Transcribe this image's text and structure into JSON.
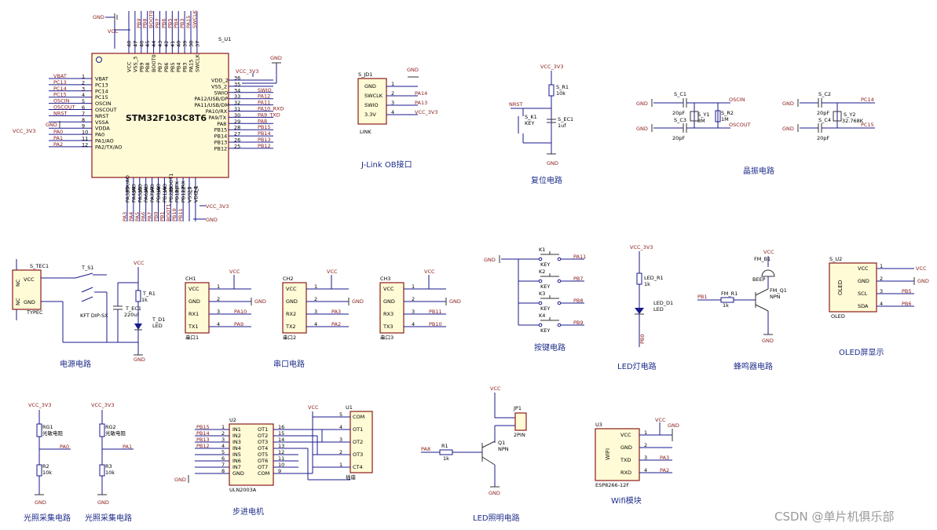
{
  "watermark": "CSDN @单片机俱乐部",
  "sections": {
    "jlink": "J-Link OB接口",
    "reset": "复位电路",
    "crystal": "晶振电路",
    "power": "电源电路",
    "uart": "串口电路",
    "keys": "按键电路",
    "led": "LED灯电路",
    "buzzer": "蜂鸣器电路",
    "oled": "OLED屏显示",
    "light1": "光照采集电路",
    "light2": "光照采集电路",
    "stepper": "步进电机",
    "ledlight": "LED照明电路",
    "wifi": "Wifi模块"
  },
  "mcu": {
    "ref": "S_U1",
    "name": "STM32F103C8T6",
    "left_pins": [
      "VBAT",
      "PC13",
      "PC14",
      "PC15",
      "OSCIN",
      "OSCOUT",
      "NRST",
      "VSSA",
      "VDDA",
      "PA0",
      "PA1/AO",
      "PA2/TX/AO"
    ],
    "left_nets": [
      "VBAT",
      "PC13",
      "PC14",
      "PC15",
      "OSCIN",
      "OSCOUT",
      "NRST",
      "",
      "",
      "PA0",
      "PA1",
      "PA2"
    ],
    "right_pins": [
      "VDD_2",
      "VSS_2",
      "SWIO",
      "PA12/USB/DP",
      "PA11/USB/DM",
      "PA10/RX",
      "PA9/TX",
      "PA8",
      "PB15",
      "PB14",
      "PB13",
      "PB12"
    ],
    "right_nums": [
      "36",
      "35",
      "34",
      "33",
      "32",
      "31",
      "30",
      "29",
      "28",
      "27",
      "26",
      "25"
    ],
    "right_nets": [
      "",
      "",
      "SWIO",
      "PA12",
      "PA11",
      "PA10_RXD",
      "PA9_TXD",
      "PA8",
      "PB15",
      "PB14",
      "PB13",
      "PB12"
    ],
    "top_pins": [
      "VCC",
      "VSS_3",
      "PB9",
      "PB8",
      "BOOT0",
      "PB7",
      "PB6",
      "PB5",
      "PB4",
      "PB3",
      "PA15",
      "SWCLK"
    ],
    "top_nets": [
      "",
      "",
      "PB9",
      "PB8",
      "BOOT0",
      "PB7",
      "PB6",
      "PB5",
      "PB4",
      "PB3",
      "PA15",
      "SWCLK"
    ],
    "bottom_pins": [
      "PA3/RX/AO",
      "PA4/AO",
      "PA5/AO",
      "PA6/AO",
      "PA7/AO",
      "PB0/AO",
      "PB1/AO",
      "PB2/BOOT1",
      "PB10/TX",
      "PB11/RX",
      "VSS_1",
      "VDD_1"
    ],
    "bottom_nets": [
      "PA3",
      "PA4",
      "PA5",
      "PA6",
      "PA7",
      "PB0",
      "PB1",
      "BOOT1",
      "PB10",
      "PB11",
      "",
      ""
    ],
    "gnd": "GND",
    "vcc": "VCC",
    "vcc33": "VCC_3V3"
  },
  "jlink": {
    "ref": "S_JD1",
    "pins": [
      "GND",
      "SWCLK",
      "SWIO",
      "3.3V"
    ],
    "nets": [
      "",
      "PA14",
      "PA13",
      "VCC_3V3"
    ],
    "label": "LINK",
    "gnd": "GND"
  },
  "reset": {
    "vcc": "VCC_3V3",
    "r": "S_R1",
    "rv": "10k",
    "net": "NRST",
    "k": "S_K1",
    "kl": "KEY",
    "c": "S_EC1",
    "cv": "1uf",
    "gnd": "GND"
  },
  "crystal1": {
    "c1": "S_C1",
    "c2": "S_C3",
    "cv": "20pF",
    "y": "S_Y1",
    "yv": "8M",
    "r": "S_R2",
    "rv": "1M",
    "n1": "OSCIN",
    "n2": "OSCOUT",
    "gnd": "GND"
  },
  "crystal2": {
    "c1": "S_C2",
    "c2": "S_C4",
    "cv": "20pF",
    "y": "S_Y2",
    "yv": "32.768K",
    "n1": "PC14",
    "n2": "PC15",
    "gnd": "GND"
  },
  "power": {
    "tec": "S_TEC1",
    "typec": "TYPEC",
    "p1": "VCC",
    "p2": "GND",
    "nc": "NC",
    "sw": "T_S1",
    "swv": "KFT DIP-SX",
    "r": "T_R1",
    "rv": "1k",
    "c": "T_EC1",
    "cv": "220uf",
    "d": "T_D1",
    "dv": "LED",
    "vcc": "VCC",
    "gnd": "GND"
  },
  "uart": [
    {
      "ref": "CH1",
      "label": "串口1",
      "pins": [
        "VCC",
        "GND",
        "RX1",
        "TX1"
      ],
      "nets": [
        "VCC",
        "GND",
        "PA10",
        "PA9"
      ]
    },
    {
      "ref": "CH2",
      "label": "串口2",
      "pins": [
        "VCC",
        "GND",
        "RX2",
        "TX2"
      ],
      "nets": [
        "VCC",
        "GND",
        "PA3",
        "PA2"
      ]
    },
    {
      "ref": "CH3",
      "label": "串口3",
      "pins": [
        "VCC",
        "GND",
        "RX3",
        "TX3"
      ],
      "nets": [
        "VCC",
        "GND",
        "PB11",
        "PB10"
      ]
    }
  ],
  "keys": {
    "gnd": "GND",
    "items": [
      {
        "ref": "K1",
        "net": "PA11",
        "lbl": "KEY"
      },
      {
        "ref": "K2",
        "net": "PB7",
        "lbl": "KEY"
      },
      {
        "ref": "K3",
        "net": "PB8",
        "lbl": "KEY"
      },
      {
        "ref": "K4",
        "net": "PB9",
        "lbl": "KEY"
      }
    ]
  },
  "led": {
    "vcc": "VCC_3V3",
    "r": "LED_R1",
    "rv": "1k",
    "d": "LED_D1",
    "dv": "LED",
    "net": "PB0"
  },
  "buzzer": {
    "vcc": "VCC",
    "b": "FM_B1",
    "bv": "BEEP",
    "r": "FM_R1",
    "rv": "1k",
    "q": "FM_Q1",
    "qv": "NPN",
    "net": "PB1",
    "gnd": "GND"
  },
  "oled": {
    "ref": "S_U2",
    "label": "OLED",
    "pins": [
      "VCC",
      "GND",
      "SCL",
      "SDA"
    ],
    "nets": [
      "VCC",
      "GND",
      "PB5",
      "PB6"
    ],
    "foot": "OLED"
  },
  "light": [
    {
      "vcc": "VCC_3V3",
      "rg": "RG1",
      "rgv": "光敏电阻",
      "r": "R2",
      "rv": "10k",
      "net": "PA0",
      "gnd": "GND"
    },
    {
      "vcc": "VCC_3V3",
      "rg": "RG2",
      "rgv": "光敏电阻",
      "r": "R3",
      "rv": "10k",
      "net": "PA1",
      "gnd": "GND"
    }
  ],
  "stepper": {
    "u2": "U2",
    "u2name": "ULN2003A",
    "ins": [
      "PB15",
      "PB14",
      "PB13",
      "PB12"
    ],
    "in_pins": [
      "IN1",
      "IN2",
      "IN3",
      "IN4",
      "IN5",
      "IN6",
      "IN7",
      "GND"
    ],
    "out_pins": [
      "OT1",
      "OT2",
      "OT3",
      "OT4",
      "OT5",
      "OT6",
      "OT7",
      "COM"
    ],
    "u1": "U1",
    "u1name": "插座",
    "u1pins": [
      "COM",
      "OT1",
      "OT2",
      "OT3",
      "CT4"
    ],
    "vcc": "VCC",
    "gnd": "GND"
  },
  "ledlight": {
    "vcc": "VCC",
    "jp": "JP1",
    "jpv": "2PIN",
    "q": "Q1",
    "qv": "NPN",
    "r": "R1",
    "rv": "1k",
    "net": "PA8",
    "gnd": "GND"
  },
  "wifi": {
    "ref": "U3",
    "label": "WIFI",
    "pins": [
      "VCC",
      "GND",
      "TXD",
      "RXD"
    ],
    "nets": [
      "VCC",
      "GND",
      "PA3",
      "PA2"
    ],
    "foot": "ESP8266-12F"
  }
}
